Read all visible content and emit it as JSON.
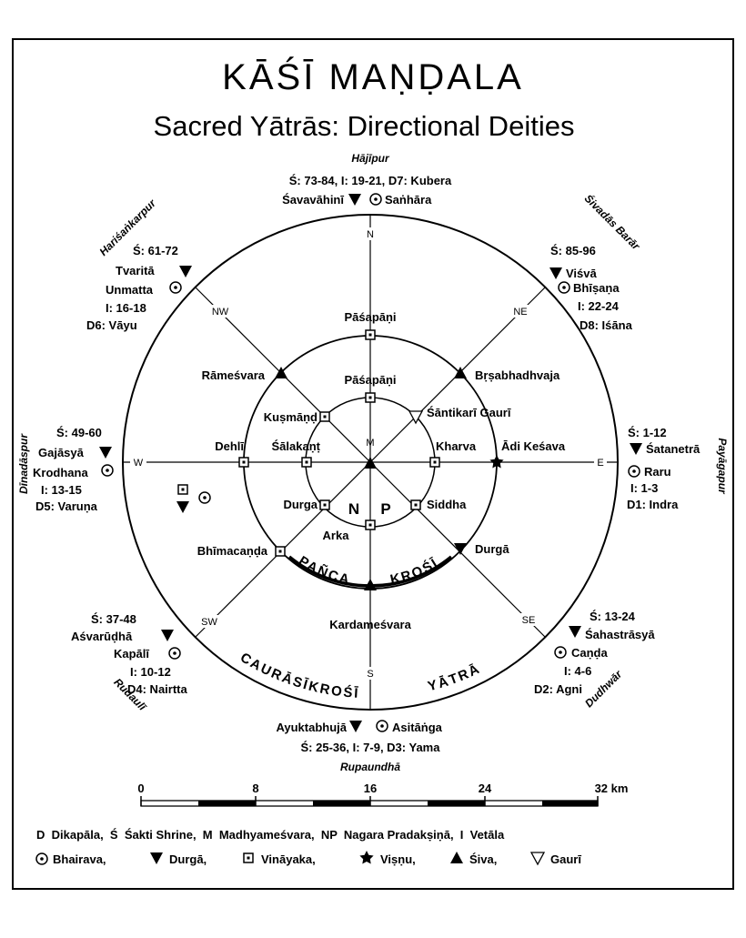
{
  "title": "KĀŚĪ MAṆḌALA",
  "subtitle": "Sacred Yātrās: Directional Deities",
  "directions": {
    "n": "N",
    "s": "S",
    "e": "E",
    "w": "W",
    "ne": "NE",
    "nw": "NW",
    "se": "SE",
    "sw": "SW",
    "m": "M"
  },
  "places": {
    "north": "Hājīpur",
    "northeast": "Śivadās Barār",
    "east": "Payāgapur",
    "southeast": "Dudhwār",
    "south": "Rupaundhā",
    "southwest": "Rudaulī",
    "west": "Dīnadāspur",
    "northwest": "Hariśaṅkarpur"
  },
  "outer": {
    "n_line1": "Ś: 73-84, I: 19-21, D7: Kubera",
    "n_d": "Śavavāhinī",
    "n_b": "Saṅhāra",
    "ne_s": "Ś: 85-96",
    "ne_d": "Viśvā",
    "ne_b": "Bhīṣaṇa",
    "ne_i": "I: 22-24",
    "ne_dk": "D8: Iśāna",
    "e_s": "Ś: 1-12",
    "e_d": "Śatanetrā",
    "e_b": "Raru",
    "e_i": "I: 1-3",
    "e_dk": "D1: Indra",
    "se_s": "Ś: 13-24",
    "se_d": "Śahastrāsyā",
    "se_b": "Caṇḍa",
    "se_i": "I: 4-6",
    "se_dk": "D2: Agni",
    "s_d": "Ayuktabhujā",
    "s_b": "Asitāṅga",
    "s_line": "Ś: 25-36, I: 7-9, D3: Yama",
    "sw_s": "Ś: 37-48",
    "sw_d": "Aśvarūḍhā",
    "sw_b": "Kapālī",
    "sw_i": "I: 10-12",
    "sw_dk": "D4: Nairtta",
    "w_s": "Ś: 49-60",
    "w_d": "Gajāsyā",
    "w_b": "Krodhana",
    "w_i": "I: 13-15",
    "w_dk": "D5: Varuṇa",
    "nw_s": "Ś: 61-72",
    "nw_d": "Tvaritā",
    "nw_b": "Unmatta",
    "nw_i": "I: 16-18",
    "nw_dk": "D6: Vāyu"
  },
  "middle": {
    "n": "Pāśapāṇi",
    "nw": "Rāmeśvara",
    "ne": "Bṛṣabhadhvaja",
    "w": "Dehlī",
    "e": "Ādi Keśava",
    "sw": "Bhīmacaṇḍa",
    "se": "Durgā",
    "s": "Kardameśvara"
  },
  "inner": {
    "n": "Pāśapāṇi",
    "nw": "Kuṣmāṇḍ",
    "ne": "Śāntikarī Gaurī",
    "w": "Śālakaṇṭ",
    "e": "Kharva",
    "sw": "Durga",
    "se": "Siddha",
    "s": "Arka",
    "np_n": "N",
    "np_p": "P"
  },
  "arc_labels": {
    "panca": "PAÑCA",
    "krosi": "KROŚĪ",
    "caurasi": "CAURĀSĪKROŚĪ",
    "yatra": "YĀTRĀ"
  },
  "scale": {
    "ticks": [
      "0",
      "8",
      "16",
      "24",
      "32 km"
    ]
  },
  "legend": {
    "line1": "D  Dikapāla,  Ś  Śakti Shrine,  M  Madhyameśvara,  NP  Nagara Pradakṣiṇā,  I  Vetāla",
    "bhairava": "Bhairava,",
    "durga": "Durgā,",
    "vinayaka": "Vināyaka,",
    "visnu": "Viṣṇu,",
    "siva": "Śiva,",
    "gauri": "Gaurī"
  }
}
